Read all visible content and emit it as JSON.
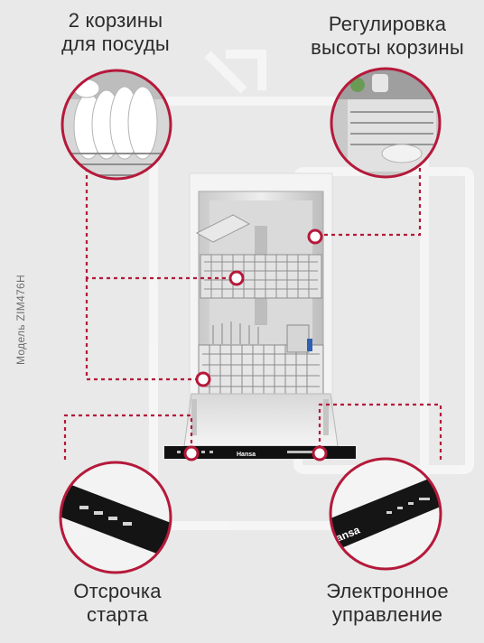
{
  "features": {
    "two_baskets": {
      "line1": "2 корзины",
      "line2": "для посуды"
    },
    "height_adjust": {
      "line1": "Регулировка",
      "line2": "высоты корзины"
    },
    "delay_start": {
      "line1": "Отсрочка",
      "line2": "старта"
    },
    "electronic_control": {
      "line1": "Электронное",
      "line2": "управление"
    }
  },
  "model_label": "Модель ZIM476H",
  "brand": {
    "logo_text": "Hansa"
  },
  "colors": {
    "accent": "#b5193a",
    "background": "#e9e9e9",
    "watermark": "#f6f6f6",
    "appliance_white": "#f7f7f7",
    "control_panel": "#111111"
  }
}
